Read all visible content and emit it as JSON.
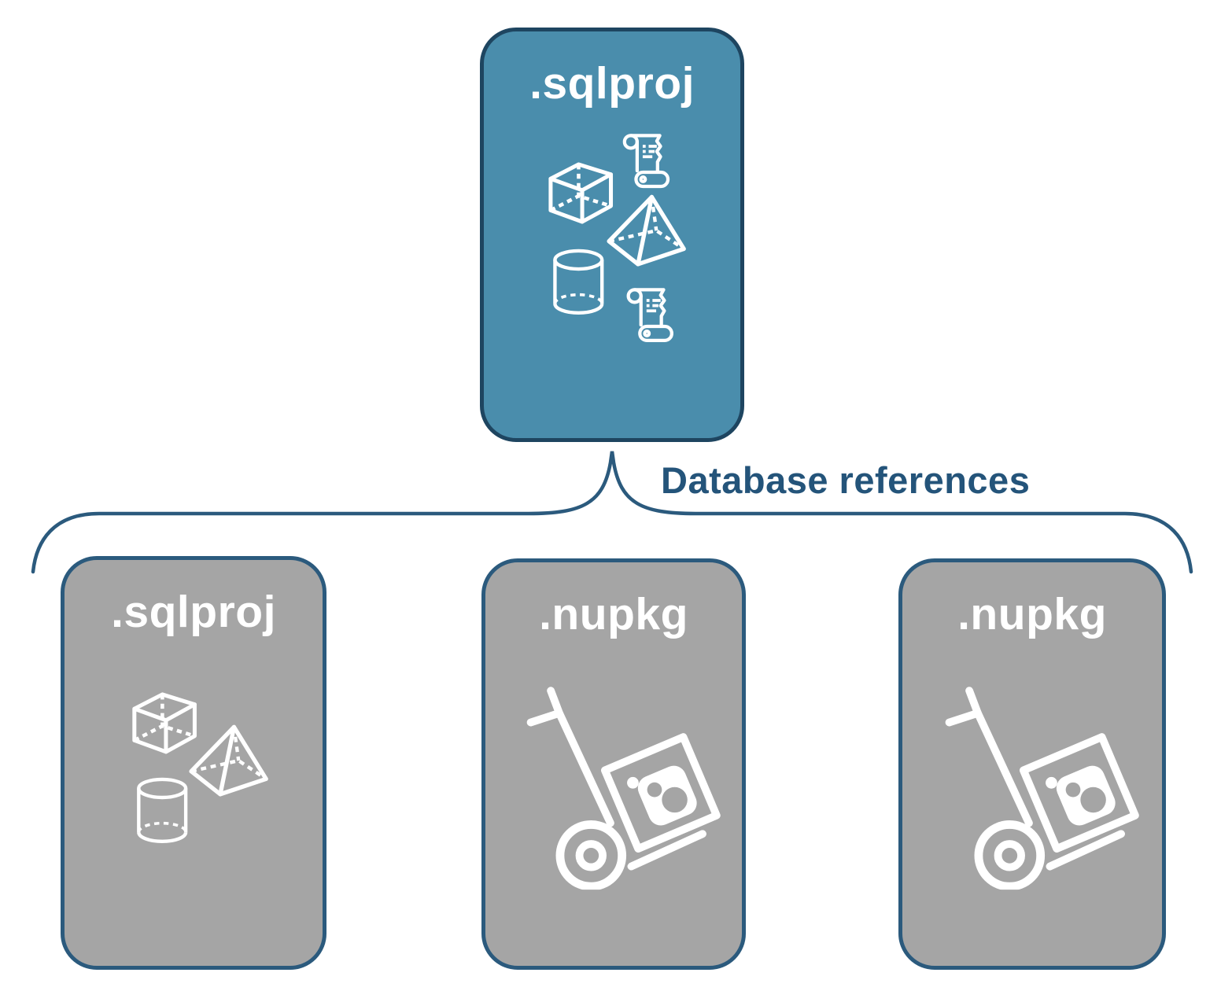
{
  "connector": {
    "label": "Database references"
  },
  "nodes": {
    "root": {
      "title": ".sqlproj"
    },
    "refs": [
      {
        "title": ".sqlproj"
      },
      {
        "title": ".nupkg"
      },
      {
        "title": ".nupkg"
      }
    ]
  },
  "icons": {
    "root_box": [
      "script-scroll-icon",
      "cube-icon",
      "pyramid-icon",
      "cylinder-icon",
      "script-scroll-icon"
    ],
    "ref_sqlproj_box": [
      "cube-icon",
      "pyramid-icon",
      "cylinder-icon"
    ],
    "ref_nupkg_box": [
      "nuget-hand-truck-icon"
    ]
  },
  "colors": {
    "background": "#FFFFFF",
    "root_fill": "#4A8DAC",
    "root_border": "#1E4560",
    "ref_fill": "#A5A5A5",
    "ref_border": "#2B5A7D",
    "connector_stroke": "#2B5A7D",
    "label_text": "#24547A",
    "icon_white": "#FFFFFF"
  }
}
